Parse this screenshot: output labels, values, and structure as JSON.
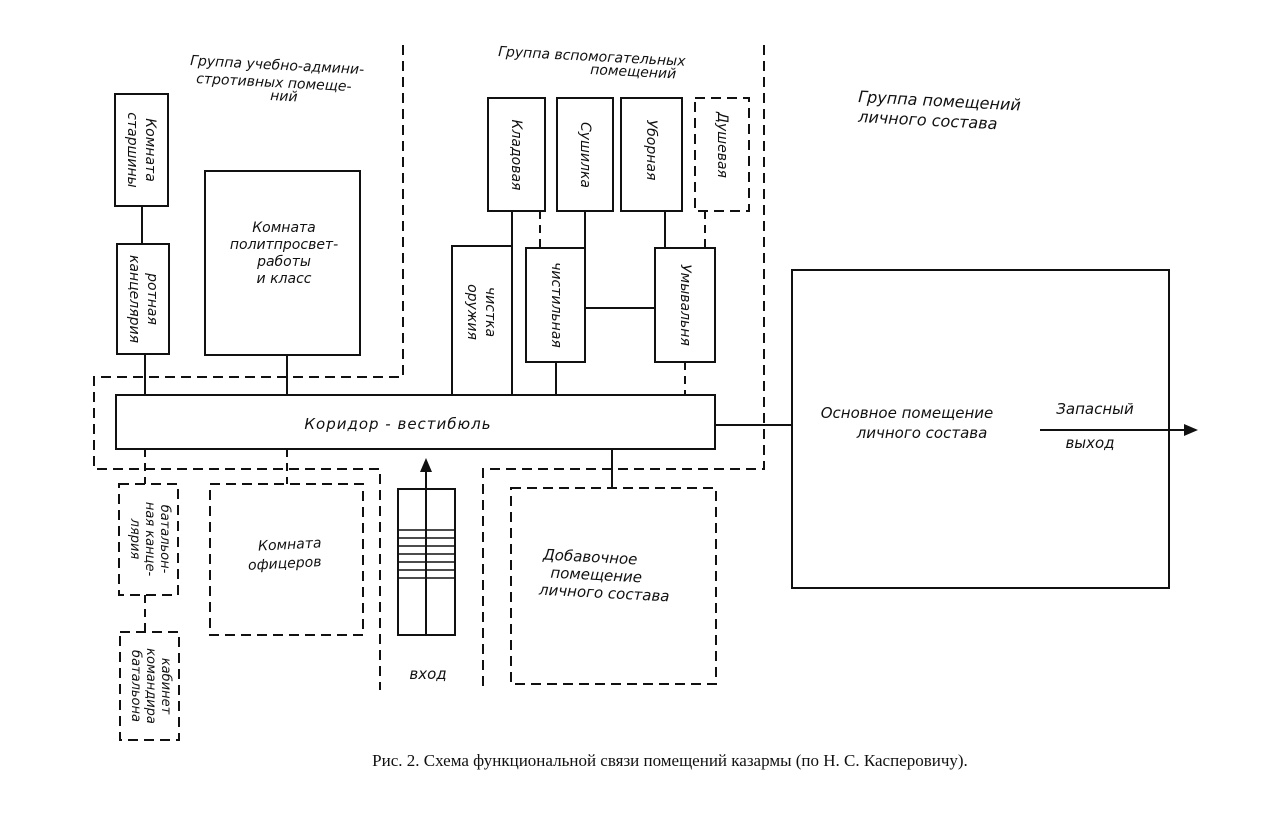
{
  "groups": {
    "admin": [
      "Группа учебно-админи-",
      "стротивных помеще-",
      "ний"
    ],
    "aux": [
      "Группа вспомогательных",
      "помещений"
    ],
    "personnel": [
      "Группа помещений",
      "личного состава"
    ]
  },
  "rooms": {
    "komnata_starshiny": [
      "Комната",
      "старшины"
    ],
    "rotnaya_kancelyaria": [
      "ротная",
      "канцелярия"
    ],
    "politprosvet": [
      "Комната",
      "политпросвет-",
      "работы",
      "и класс"
    ],
    "kladovaya": "Кладовая",
    "sushilka": "Сушилка",
    "ubornaya": "Уборная",
    "dushevaya": "Душевая",
    "chistka_oruzhiya": [
      "чистка",
      "оружия"
    ],
    "chistilnaya": "чистильная",
    "umyvalnya": "Умывальня",
    "koridor": "Коридор - вестибюль",
    "osnovnoe": [
      "Основное помещение",
      "личного состава"
    ],
    "zapasny_vyhod": [
      "Запасный",
      "выход"
    ],
    "batalonnaya_kancelyaria": [
      "батальон-",
      "ная канце-",
      "лярия"
    ],
    "kabinet_komandira": [
      "кабинет",
      "командира",
      "батальона"
    ],
    "komnata_oficerov": [
      "Комната",
      "офицеров"
    ],
    "vhod": "вход",
    "dobavochnoe": [
      "Добавочное",
      "помещение",
      "личного состава"
    ]
  },
  "caption": "Рис. 2. Схема функциональной связи помещений казармы (по Н. С. Касперовичу)."
}
